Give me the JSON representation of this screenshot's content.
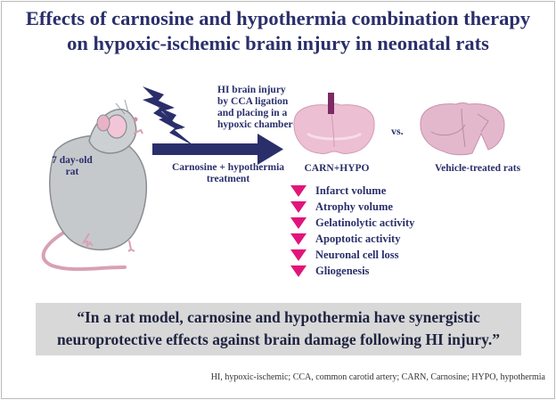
{
  "title": {
    "line1": "Effects of carnosine and hypothermia combination therapy",
    "line2": "on hypoxic-ischemic brain injury in neonatal rats"
  },
  "schema": {
    "hi_injury_lines": [
      "HI brain injury",
      "by CCA ligation",
      "and placing in a",
      "hypoxic chamber"
    ],
    "treatment_lines": [
      "Carnosine + hypothermia",
      "treatment"
    ],
    "rat_label_lines": [
      "7 day-old",
      "rat"
    ],
    "comparison": {
      "treated_label": "CARN+HYPO",
      "vs_label": "vs.",
      "control_label": "Vehicle-treated rats"
    },
    "decreased_effects": [
      "Infarct volume",
      "Atrophy volume",
      "Gelatinolytic activity",
      "Apoptotic activity",
      "Neuronal cell loss",
      "Gliogenesis"
    ],
    "icons": {
      "lightning": "lightning-bolt-icon",
      "decrease": "down-triangle-icon"
    }
  },
  "quote": {
    "line1": "“In a rat model, carnosine and hypothermia have synergistic",
    "line2": "neuroprotective effects against brain damage following HI injury.”"
  },
  "footnote": "HI, hypoxic-ischemic; CCA, common carotid artery; CARN, Carnosine; HYPO, hypothermia",
  "colors": {
    "navy": "#2a2f6b",
    "magenta": "#e0157a",
    "tissue_pink": "#e8b7cf",
    "quote_bg": "#d8d8d8"
  }
}
